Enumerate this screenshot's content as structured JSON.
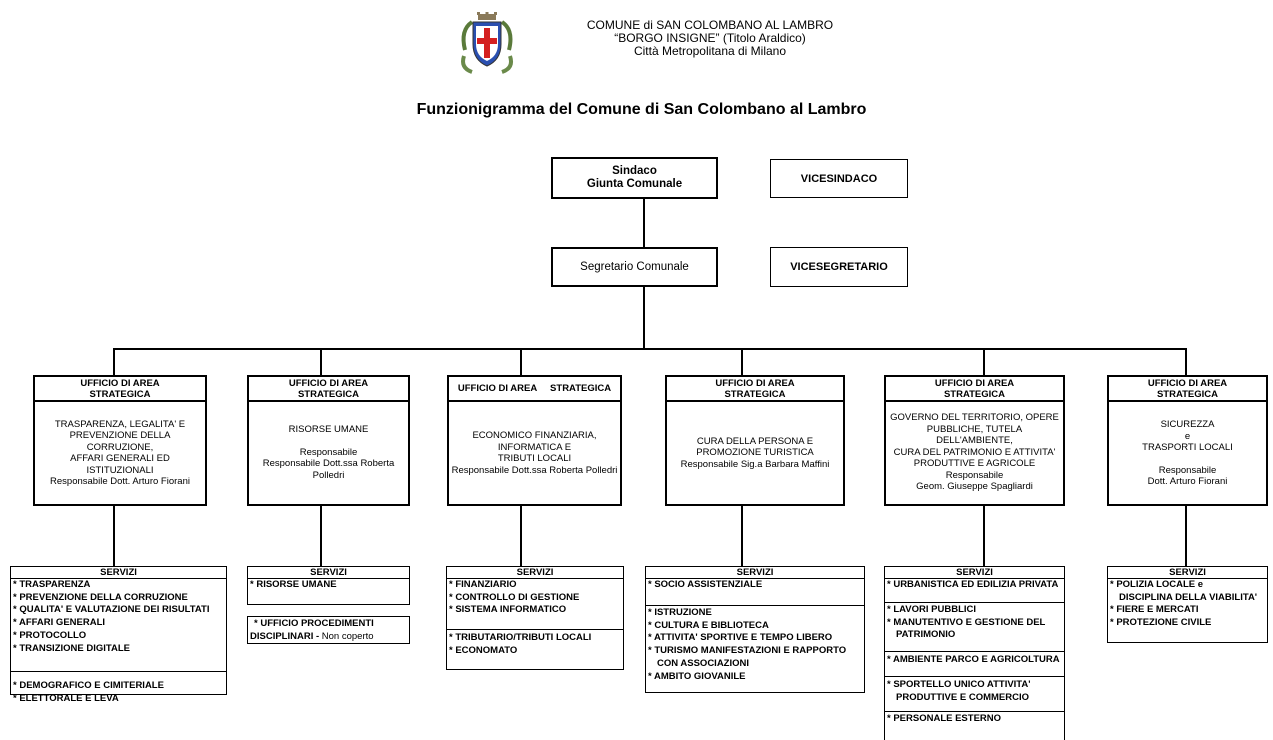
{
  "header": {
    "line1": "COMUNE di SAN COLOMBANO AL LAMBRO",
    "line2": "“BORGO INSIGNE”  (Titolo Araldico)",
    "line3": "Città Metropolitana di Milano"
  },
  "title": "Funzionigramma del Comune di San Colombano al Lambro",
  "top": {
    "sindaco_1": "Sindaco",
    "sindaco_2": "Giunta Comunale",
    "vicesindaco": "VICESINDACO",
    "segretario": "Segretario Comunale",
    "vicesegretario": "VICESEGRETARIO"
  },
  "areas": [
    {
      "head_1": "UFFICIO DI AREA",
      "head_2": "STRATEGICA",
      "body": [
        "TRASPARENZA, LEGALITA' E",
        "PREVENZIONE DELLA CORRUZIONE,",
        "AFFARI GENERALI ED ISTITUZIONALI",
        "Responsabile Dott. Arturo Fiorani"
      ]
    },
    {
      "head_1": "UFFICIO DI AREA",
      "head_2": "STRATEGICA",
      "body": [
        "RISORSE UMANE",
        "",
        "Responsabile",
        "Responsabile Dott.ssa Roberta",
        "Polledri"
      ]
    },
    {
      "head_1": "UFFICIO DI AREA     STRATEGICA",
      "body": [
        "ECONOMICO FINANZIARIA,",
        "INFORMATICA E",
        "TRIBUTI LOCALI",
        "Responsabile Dott.ssa Roberta Polledri"
      ]
    },
    {
      "head_1": "UFFICIO DI AREA",
      "head_2": "STRATEGICA",
      "body": [
        "CURA DELLA PERSONA E",
        "PROMOZIONE TURISTICA",
        "Responsabile Sig.a  Barbara Maffini"
      ]
    },
    {
      "head_1": "UFFICIO DI AREA",
      "head_2": "STRATEGICA",
      "body": [
        "GOVERNO DEL TERRITORIO, OPERE",
        "PUBBLICHE, TUTELA DELL'AMBIENTE,",
        "CURA DEL PATRIMONIO E ATTIVITA'",
        "PRODUTTIVE E AGRICOLE",
        "Responsabile",
        "Geom. Giuseppe Spagliardi"
      ]
    },
    {
      "head_1": "UFFICIO DI AREA",
      "head_2": "STRATEGICA",
      "body": [
        "SICUREZZA",
        "e",
        "TRASPORTI LOCALI",
        "",
        "Responsabile",
        "Dott. Arturo Fiorani"
      ]
    }
  ],
  "services": {
    "head": "SERVIZI",
    "col1": {
      "a": [
        "* TRASPARENZA",
        "* PREVENZIONE DELLA CORRUZIONE",
        "* QUALITA' E VALUTAZIONE DEI RISULTATI",
        "* AFFARI GENERALI",
        "* PROTOCOLLO",
        "* TRANSIZIONE DIGITALE"
      ],
      "b": [
        "* DEMOGRAFICO E CIMITERIALE",
        "* ELETTORALE E LEVA"
      ]
    },
    "col2": {
      "a": [
        "* RISORSE UMANE"
      ],
      "proc_1": "* UFFICIO PROCEDIMENTI",
      "proc_2": "DISCIPLINARI -",
      "proc_note": "Non coperto"
    },
    "col3": {
      "a": [
        "* FINANZIARIO",
        "* CONTROLLO DI GESTIONE",
        "* SISTEMA INFORMATICO"
      ],
      "b": [
        "* TRIBUTARIO/TRIBUTI LOCALI",
        "* ECONOMATO"
      ]
    },
    "col4": {
      "a": [
        "* SOCIO ASSISTENZIALE"
      ],
      "b": [
        "* ISTRUZIONE",
        "* CULTURA E BIBLIOTECA",
        "* ATTIVITA' SPORTIVE E TEMPO LIBERO",
        "* TURISMO MANIFESTAZIONI E RAPPORTO",
        "CON ASSOCIAZIONI",
        "* AMBITO GIOVANILE"
      ]
    },
    "col5": {
      "a": [
        "* URBANISTICA ED EDILIZIA PRIVATA"
      ],
      "b": [
        "* LAVORI PUBBLICI",
        "* MANUTENTIVO E GESTIONE DEL",
        "PATRIMONIO"
      ],
      "c": [
        "* AMBIENTE PARCO E AGRICOLTURA"
      ],
      "d": [
        "* SPORTELLO UNICO ATTIVITA'",
        "PRODUTTIVE E COMMERCIO"
      ],
      "e": [
        "* PERSONALE ESTERNO"
      ]
    },
    "col6": {
      "a": [
        "* POLIZIA LOCALE e",
        "DISCIPLINA DELLA VIABILITA'",
        "* FIERE E MERCATI",
        "* PROTEZIONE CIVILE"
      ]
    }
  }
}
